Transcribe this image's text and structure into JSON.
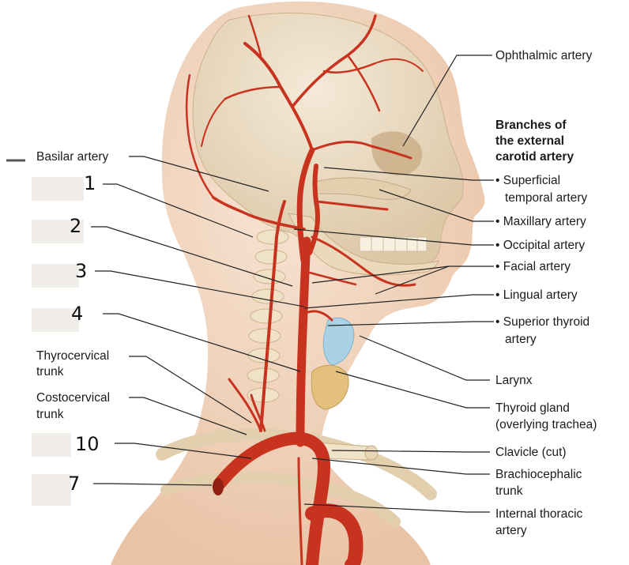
{
  "labels": {
    "ophthalmic": "Ophthalmic artery",
    "ext_header_1": "Branches of",
    "ext_header_2": "the external",
    "ext_header_3": "carotid artery",
    "superficial_1": "• Superficial",
    "superficial_2": "temporal artery",
    "maxillary": "• Maxillary artery",
    "occipital": "• Occipital artery",
    "facial": "• Facial artery",
    "lingual": "• Lingual artery",
    "sup_thyroid_1": "• Superior thyroid",
    "sup_thyroid_2": "artery",
    "larynx": "Larynx",
    "thyroid_1": "Thyroid gland",
    "thyroid_2": "(overlying trachea)",
    "clavicle": "Clavicle (cut)",
    "brachio_1": "Brachiocephalic",
    "brachio_2": "trunk",
    "int_thoracic_1": "Internal thoracic",
    "int_thoracic_2": "artery",
    "basilar": "Basilar artery",
    "thyrocervical_1": "Thyrocervical",
    "thyrocervical_2": "trunk",
    "costocervical_1": "Costocervical",
    "costocervical_2": "trunk"
  },
  "numbers": {
    "n1": "1",
    "n2": "2",
    "n3": "3",
    "n4": "4",
    "n10": "10",
    "n7": "7"
  },
  "colors": {
    "artery": "#c8331f",
    "skin": "#f2d6bf",
    "bone": "#eadcc3"
  }
}
